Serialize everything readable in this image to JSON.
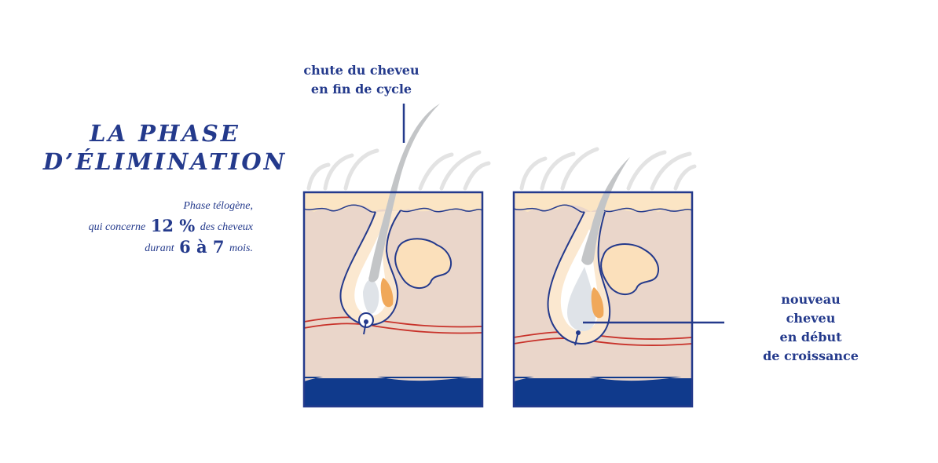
{
  "title": {
    "line1": "LA PHASE",
    "line2": "D’ÉLIMINATION"
  },
  "description": {
    "line1": "Phase télogène,",
    "line2_pre": "qui concerne",
    "line2_value": "12 %",
    "line2_post": "des cheveux",
    "line3_pre": "durant",
    "line3_value": "6 à 7",
    "line3_post": "mois."
  },
  "labels": {
    "top": [
      "chute du cheveu",
      "en fin de cycle"
    ],
    "right": [
      "nouveau",
      "cheveu",
      "en début",
      "de croissance"
    ]
  },
  "colors": {
    "navy": "#243a8c",
    "dark_blue_band": "#103a8c",
    "skin": "#ead6ca",
    "epidermis": "#fbe5c4",
    "gland": "#fbe0bb",
    "orange": "#f0a85a",
    "red_vessel": "#c8322a",
    "grey_hair": "#c3c5c7",
    "bulb": "#dfe3e8"
  }
}
